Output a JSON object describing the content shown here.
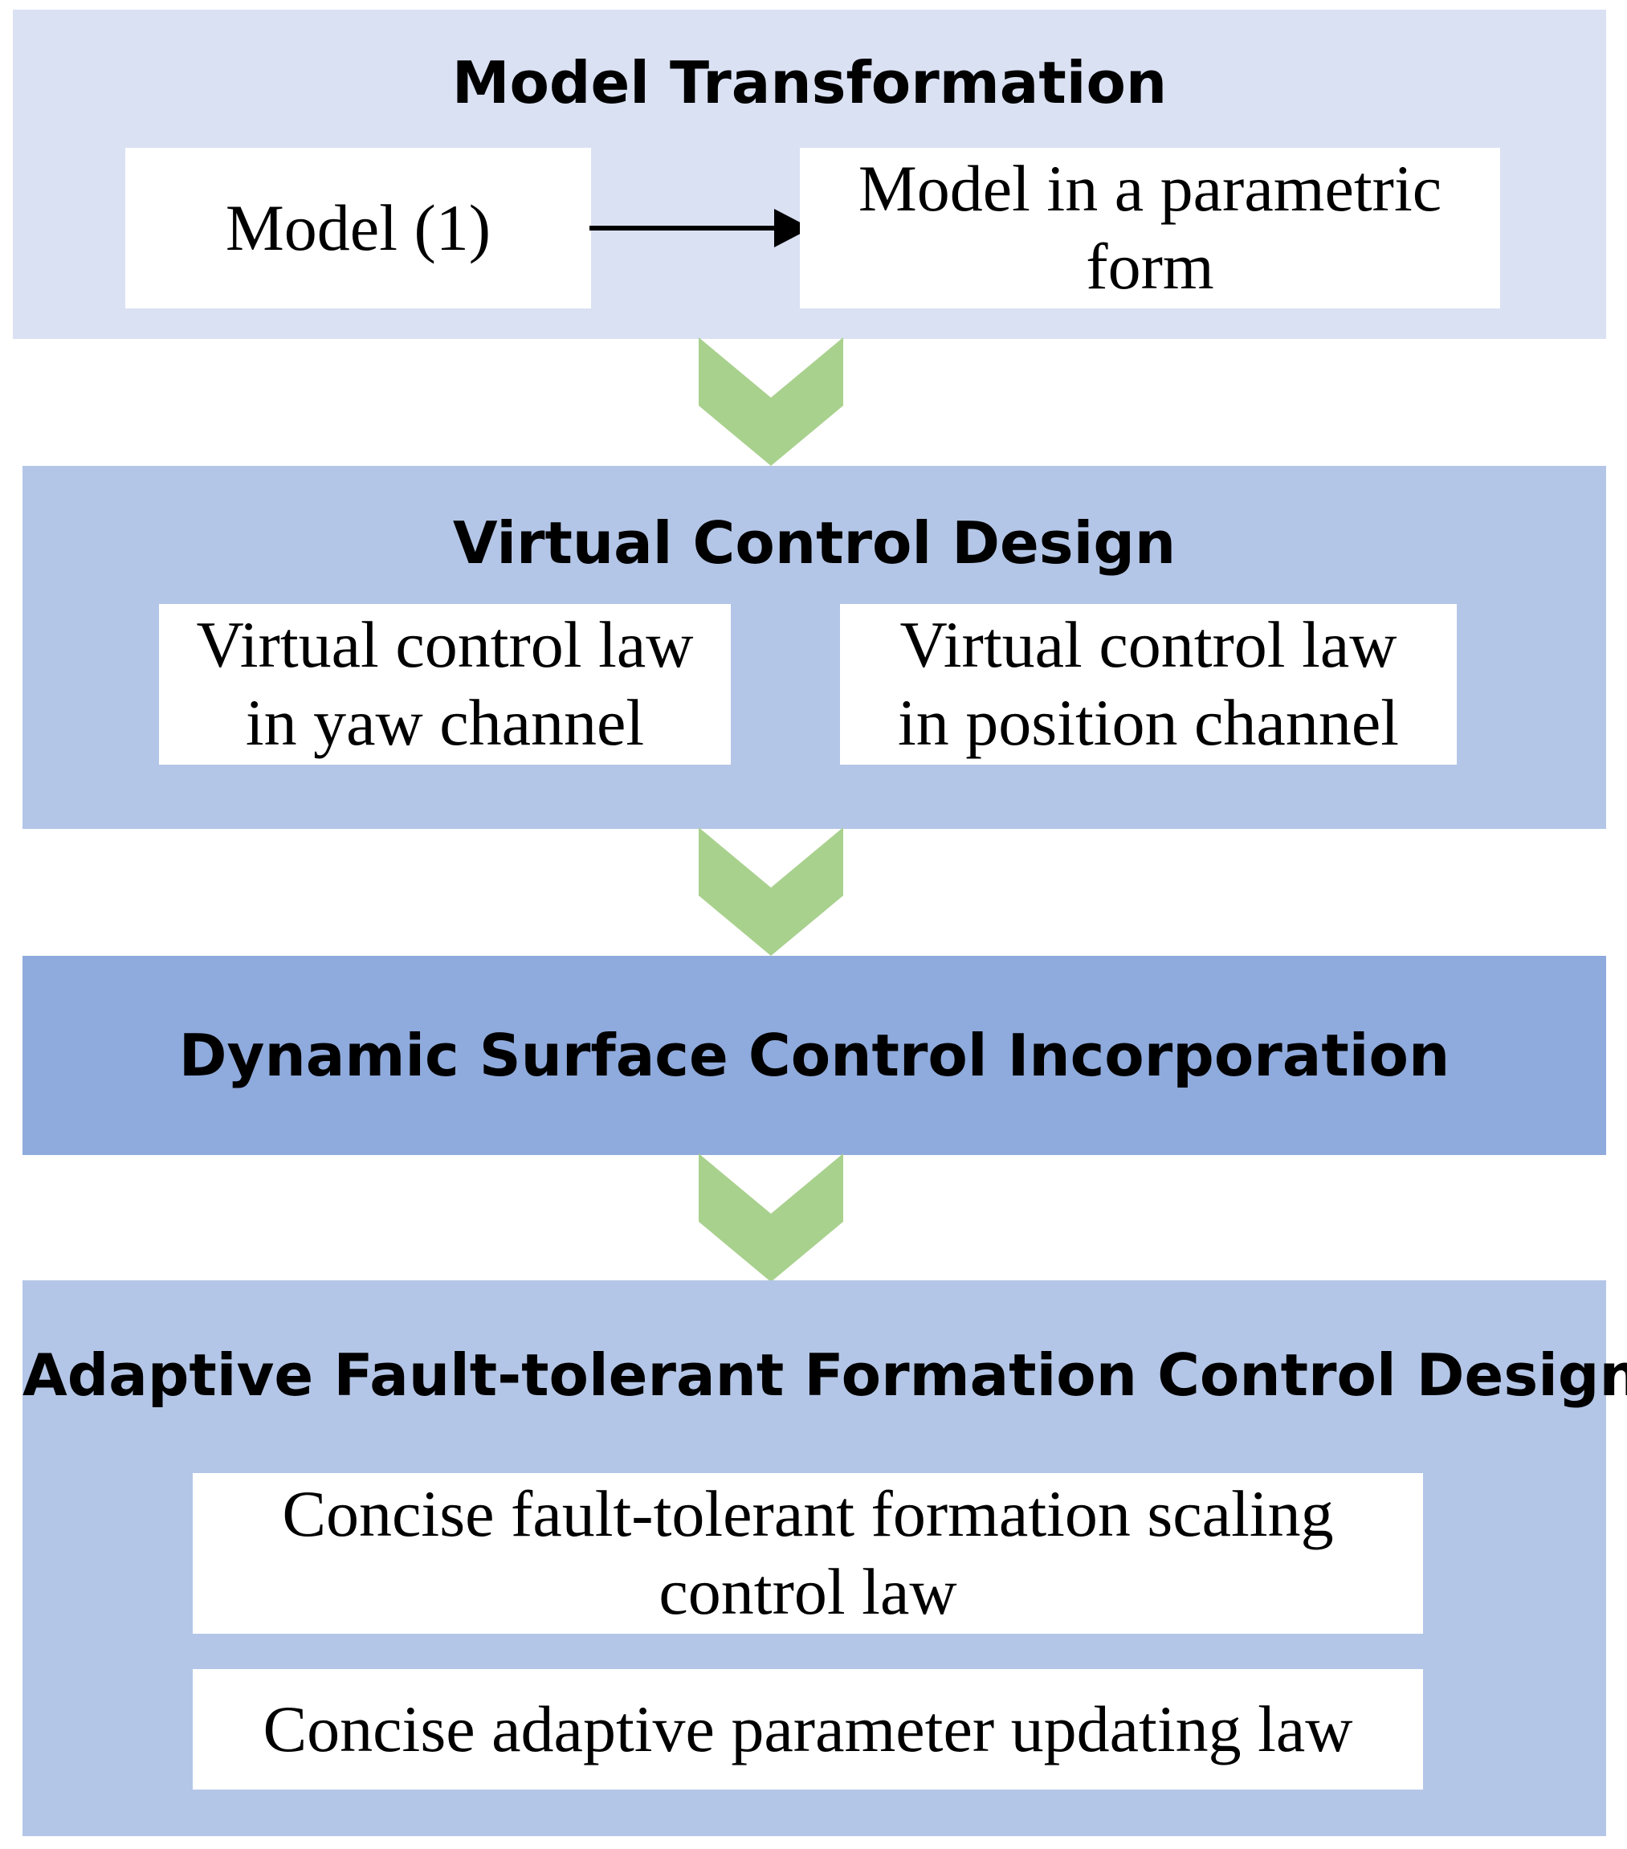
{
  "colors": {
    "panel_light": "#dae1f3",
    "panel_mid": "#b4c6e7",
    "panel_dark": "#8faadc",
    "chevron": "#a9d18e",
    "box": "#ffffff",
    "arrow": "#000000"
  },
  "stages": [
    {
      "title": "Model Transformation",
      "boxes": [
        "Model (1)",
        "Model in a parametric form"
      ]
    },
    {
      "title": "Virtual Control Design",
      "boxes": [
        "Virtual control law in yaw channel",
        "Virtual control law in position channel"
      ]
    },
    {
      "title": "Dynamic Surface Control Incorporation",
      "boxes": []
    },
    {
      "title": "Adaptive Fault-tolerant Formation Control Design",
      "boxes": [
        "Concise fault-tolerant formation scaling control law",
        "Concise adaptive parameter updating law"
      ]
    }
  ],
  "icons": {
    "stage_connector": "chevron-down-icon",
    "flow_arrow": "arrow-right-icon"
  }
}
